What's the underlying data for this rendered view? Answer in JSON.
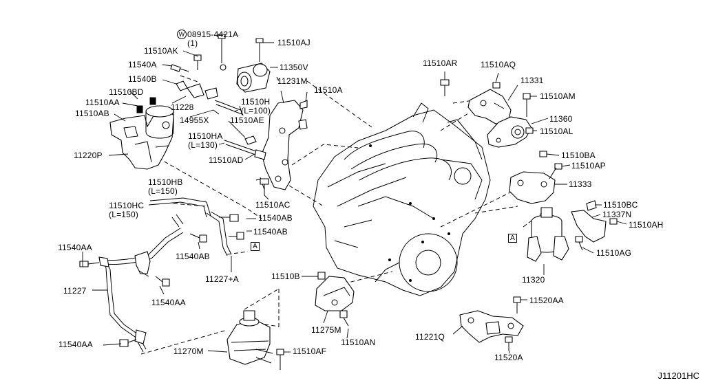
{
  "labels": {
    "l_08915": "08915-4421A",
    "l_08915_qty": "(1)",
    "l_w_mark": "W",
    "l_11510AJ": "11510AJ",
    "l_11510AK": "11510AK",
    "l_11540A": "11540A",
    "l_11350V": "11350V",
    "l_11540B": "11540B",
    "l_11231M": "11231M",
    "l_11510A": "11510A",
    "l_11510BD": "11510BD",
    "l_11510AA": "11510AA",
    "l_11510AB": "11510AB",
    "l_11228": "11228",
    "l_11510H": "11510H",
    "l_11510H_len": "(L=100)",
    "l_14955X": "14955X",
    "l_11510AE": "11510AE",
    "l_11510HA": "11510HA",
    "l_11510HA_len": "(L=130)",
    "l_11220P": "11220P",
    "l_11510AD": "11510AD",
    "l_11510HB": "11510HB",
    "l_11510HB_len": "(L=150)",
    "l_11510AC": "11510AC",
    "l_11510HC": "11510HC",
    "l_11510HC_len": "(L=150)",
    "l_11540AB_1": "11540AB",
    "l_11540AB_2": "11540AB",
    "l_11540AB_3": "11540AB",
    "l_11540AA_1": "11540AA",
    "l_11540AA_2": "11540AA",
    "l_11540AA_3": "11540AA",
    "l_11227A": "11227+A",
    "l_11227": "11227",
    "l_11510B": "11510B",
    "l_11275M": "11275M",
    "l_11510AN": "11510AN",
    "l_11270M": "11270M",
    "l_11510AF": "11510AF",
    "l_11510AR": "11510AR",
    "l_11510AQ": "11510AQ",
    "l_11331": "11331",
    "l_11510AM": "11510AM",
    "l_11360": "11360",
    "l_11510AL": "11510AL",
    "l_11510BA": "11510BA",
    "l_11510AP": "11510AP",
    "l_11333": "11333",
    "l_11510BC": "11510BC",
    "l_11337N": "11337N",
    "l_11510AH": "11510AH",
    "l_11510AG": "11510AG",
    "l_11320": "11320",
    "l_11520AA": "11520AA",
    "l_11221Q": "11221Q",
    "l_11520A": "11520A",
    "ref_a_left": "A",
    "ref_a_right": "A"
  },
  "diagram_code": "J11201HC"
}
